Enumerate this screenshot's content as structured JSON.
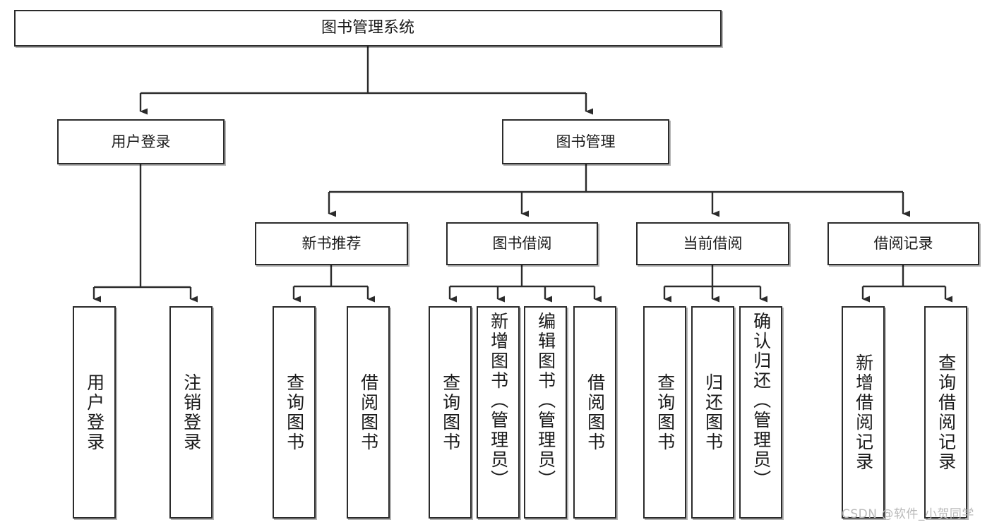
{
  "diagram": {
    "title": "图书管理系统",
    "type": "hierarchy-tree",
    "root": {
      "id": "root",
      "label": "图书管理系统"
    },
    "level2": [
      {
        "id": "user-login",
        "label": "用户登录"
      },
      {
        "id": "book-manage",
        "label": "图书管理"
      }
    ],
    "level3": [
      {
        "id": "new-book-rec",
        "label": "新书推荐"
      },
      {
        "id": "book-borrow",
        "label": "图书借阅"
      },
      {
        "id": "current-borrow",
        "label": "当前借阅"
      },
      {
        "id": "borrow-record",
        "label": "借阅记录"
      }
    ],
    "leaves": {
      "user_login": [
        {
          "id": "leaf-user-login",
          "label": "用户登录"
        },
        {
          "id": "leaf-logout",
          "label": "注销登录"
        }
      ],
      "new_book_rec": [
        {
          "id": "leaf-query-book-1",
          "label": "查询图书"
        },
        {
          "id": "leaf-borrow-book-1",
          "label": "借阅图书"
        }
      ],
      "book_borrow": [
        {
          "id": "leaf-query-book-2",
          "label": "查询图书"
        },
        {
          "id": "leaf-add-book",
          "label": "新增图书（管理员）"
        },
        {
          "id": "leaf-edit-book",
          "label": "编辑图书（管理员）"
        },
        {
          "id": "leaf-borrow-book-2",
          "label": "借阅图书"
        }
      ],
      "current_borrow": [
        {
          "id": "leaf-query-book-3",
          "label": "查询图书"
        },
        {
          "id": "leaf-return-book",
          "label": "归还图书"
        },
        {
          "id": "leaf-confirm-return",
          "label": "确认归还（管理员）"
        }
      ],
      "borrow_record": [
        {
          "id": "leaf-add-record",
          "label": "新增借阅记录"
        },
        {
          "id": "leaf-query-record",
          "label": "查询借阅记录"
        }
      ]
    }
  },
  "watermark": {
    "text": "CSDN @软件_小贺同学"
  },
  "colors": {
    "stroke": "#2b2b2b",
    "box_fill": "#ffffff",
    "text": "#1a1a1a",
    "watermark": "#b9b9b9",
    "background": "#ffffff"
  }
}
